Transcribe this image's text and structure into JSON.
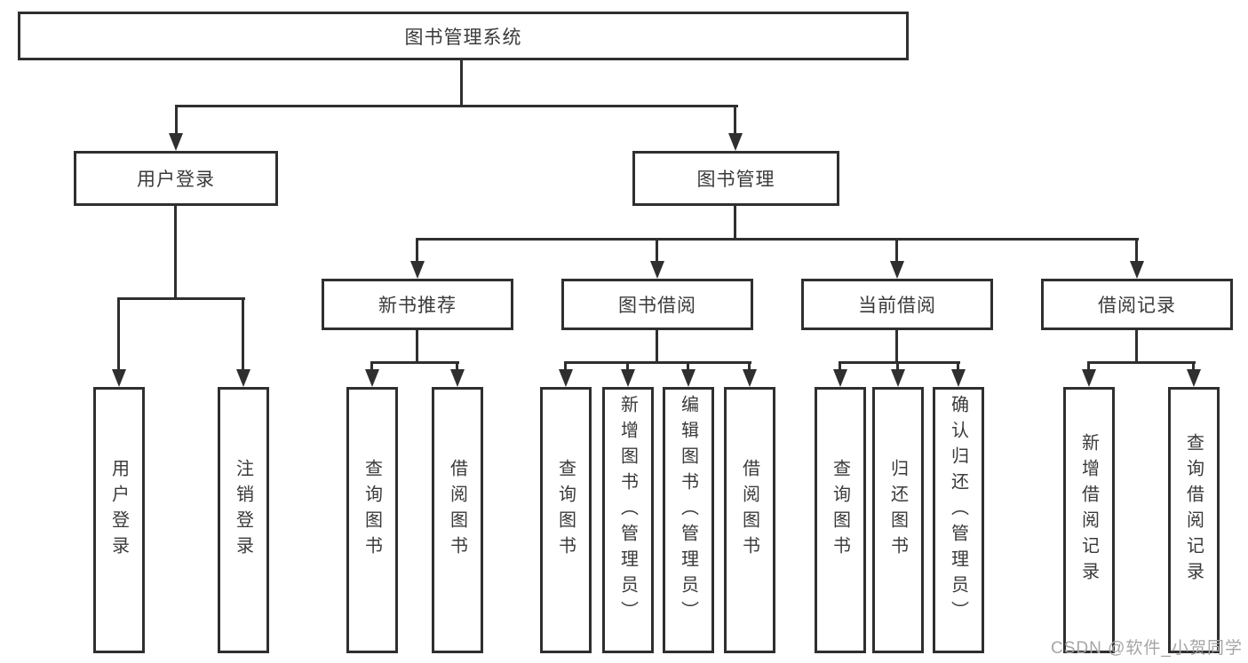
{
  "tree": {
    "root": {
      "label": "图书管理系统"
    },
    "level2": [
      {
        "label": "用户登录",
        "children": [
          "用户登录",
          "注销登录"
        ]
      },
      {
        "label": "图书管理"
      }
    ],
    "level3": [
      {
        "label": "新书推荐",
        "children": [
          "查询图书",
          "借阅图书"
        ]
      },
      {
        "label": "图书借阅",
        "children": [
          "查询图书",
          "新增图书（管理员）",
          "编辑图书（管理员）",
          "借阅图书"
        ]
      },
      {
        "label": "当前借阅",
        "children": [
          "查询图书",
          "归还图书",
          "确认归还（管理员）"
        ]
      },
      {
        "label": "借阅记录",
        "children": [
          "新增借阅记录",
          "查询借阅记录"
        ]
      }
    ]
  },
  "watermark": "CSDN @软件_小贺同学",
  "colors": {
    "line": "#2f2f2f",
    "text": "#3a3a3a",
    "watermark": "#a5a5a5",
    "background": "#ffffff"
  }
}
